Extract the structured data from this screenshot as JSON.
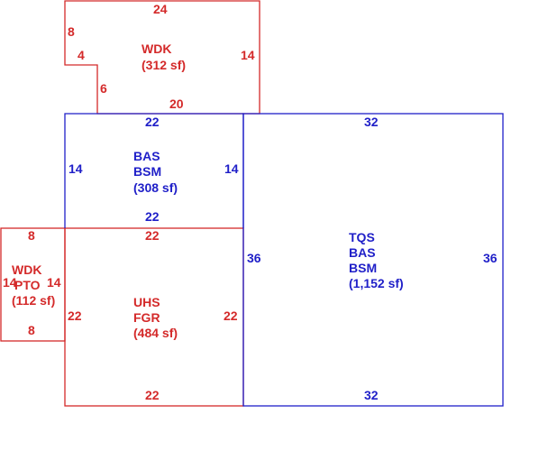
{
  "colors": {
    "red": "#d42a2a",
    "blue": "#1f1fc8"
  },
  "areas": {
    "deck_top": {
      "lines": [
        "WDK",
        "(312 sf)"
      ]
    },
    "basement_left": {
      "lines": [
        "BAS",
        "BSM",
        "(308 sf)"
      ]
    },
    "main": {
      "lines": [
        "TQS",
        "BAS",
        "BSM",
        "(1,152 sf)"
      ]
    },
    "garage": {
      "lines": [
        "UHS",
        "FGR",
        "(484 sf)"
      ]
    },
    "deck_left": {
      "lines": [
        "WDK",
        "PTO",
        "(112 sf)"
      ]
    }
  },
  "dimensions": {
    "deck_top": {
      "top": "24",
      "left_upper": "8",
      "notch_top": "4",
      "notch_side": "6",
      "right": "14",
      "bottom": "20"
    },
    "basement_left": {
      "top": "22",
      "left": "14",
      "right": "14",
      "bottom": "22"
    },
    "main": {
      "top": "32",
      "left": "36",
      "right": "36",
      "bottom": "32"
    },
    "garage": {
      "top": "22",
      "left": "22",
      "right": "22",
      "bottom": "22"
    },
    "deck_left": {
      "top": "8",
      "left": "14",
      "right": "14",
      "bottom": "8"
    }
  }
}
